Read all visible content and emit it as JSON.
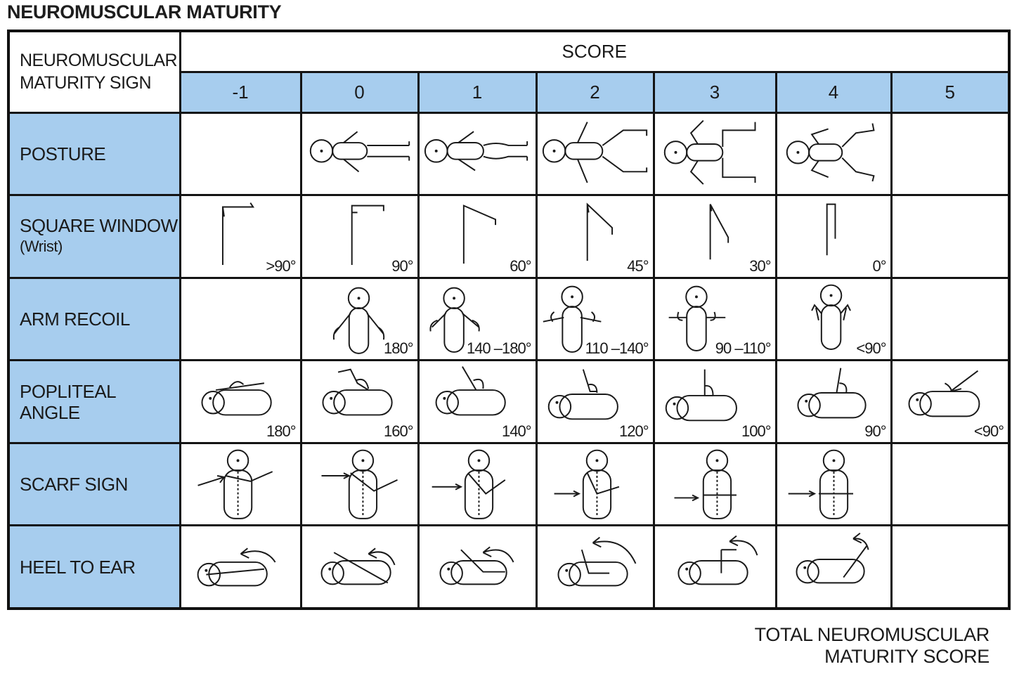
{
  "title": "NEUROMUSCULAR MATURITY",
  "header": {
    "sign_label_line1": "NEUROMUSCULAR",
    "sign_label_line2": "MATURITY SIGN",
    "score_label": "SCORE",
    "scores": [
      "-1",
      "0",
      "1",
      "2",
      "3",
      "4",
      "5"
    ]
  },
  "rows": [
    {
      "label": "POSTURE",
      "sub": "",
      "values": [
        "",
        "",
        "",
        "",
        "",
        "",
        ""
      ]
    },
    {
      "label": "SQUARE WINDOW",
      "sub": "(Wrist)",
      "values": [
        ">90°",
        "90°",
        "60°",
        "45°",
        "30°",
        "0°",
        ""
      ]
    },
    {
      "label": "ARM RECOIL",
      "sub": "",
      "values": [
        "",
        "180°",
        "140 –180°",
        "110 –140°",
        "90 –110°",
        "<90°",
        ""
      ]
    },
    {
      "label": "POPLITEAL ANGLE",
      "sub": "",
      "values": [
        "180°",
        "160°",
        "140°",
        "120°",
        "100°",
        "90°",
        "<90°"
      ]
    },
    {
      "label": "SCARF SIGN",
      "sub": "",
      "values": [
        "",
        "",
        "",
        "",
        "",
        "",
        ""
      ]
    },
    {
      "label": "HEEL TO EAR",
      "sub": "",
      "values": [
        "",
        "",
        "",
        "",
        "",
        "",
        ""
      ]
    }
  ],
  "footer": {
    "total_line1": "TOTAL NEUROMUSCULAR",
    "total_line2": "MATURITY SCORE"
  },
  "colors": {
    "header_fill": "#a7cdee",
    "border": "#141414"
  }
}
